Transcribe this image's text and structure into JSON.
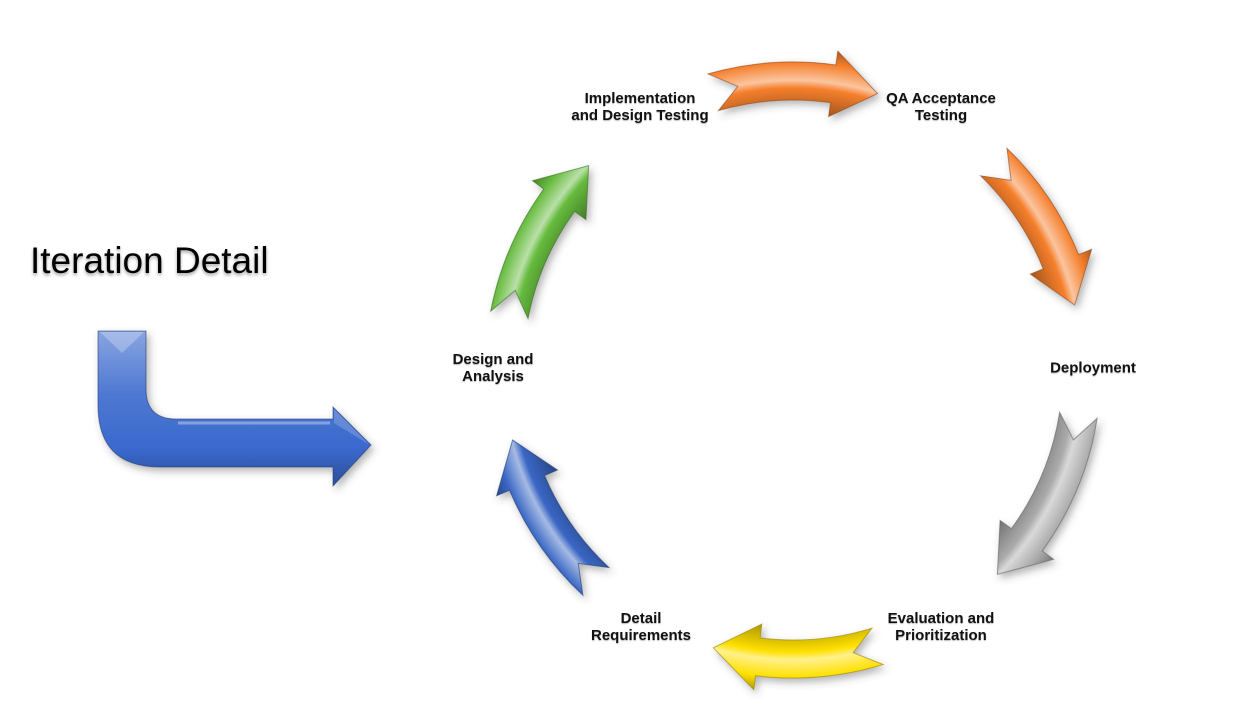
{
  "title": "Iteration Detail",
  "background_color": "#FFFFFF",
  "stages": {
    "implementation": {
      "label": "Implementation\nand Design Testing"
    },
    "qa": {
      "label": "QA Acceptance\nTesting"
    },
    "deployment": {
      "label": "Deployment"
    },
    "evaluation": {
      "label": "Evaluation and\nPrioritization"
    },
    "detail_requirements": {
      "label": "Detail\nRequirements"
    },
    "design_analysis": {
      "label": "Design and\nAnalysis"
    }
  },
  "arrows": {
    "entry": {
      "color": "#3A69CD"
    },
    "implementation_to_qa": {
      "color": "#F57F2C"
    },
    "qa_to_deployment": {
      "color": "#F57F2C"
    },
    "deployment_to_evaluation": {
      "color": "#ABABAB"
    },
    "evaluation_to_detail_requirements": {
      "color": "#FFE000"
    },
    "detail_requirements_to_design_analysis": {
      "color": "#3A67C4"
    },
    "design_analysis_to_implementation": {
      "color": "#66BB3D"
    }
  }
}
